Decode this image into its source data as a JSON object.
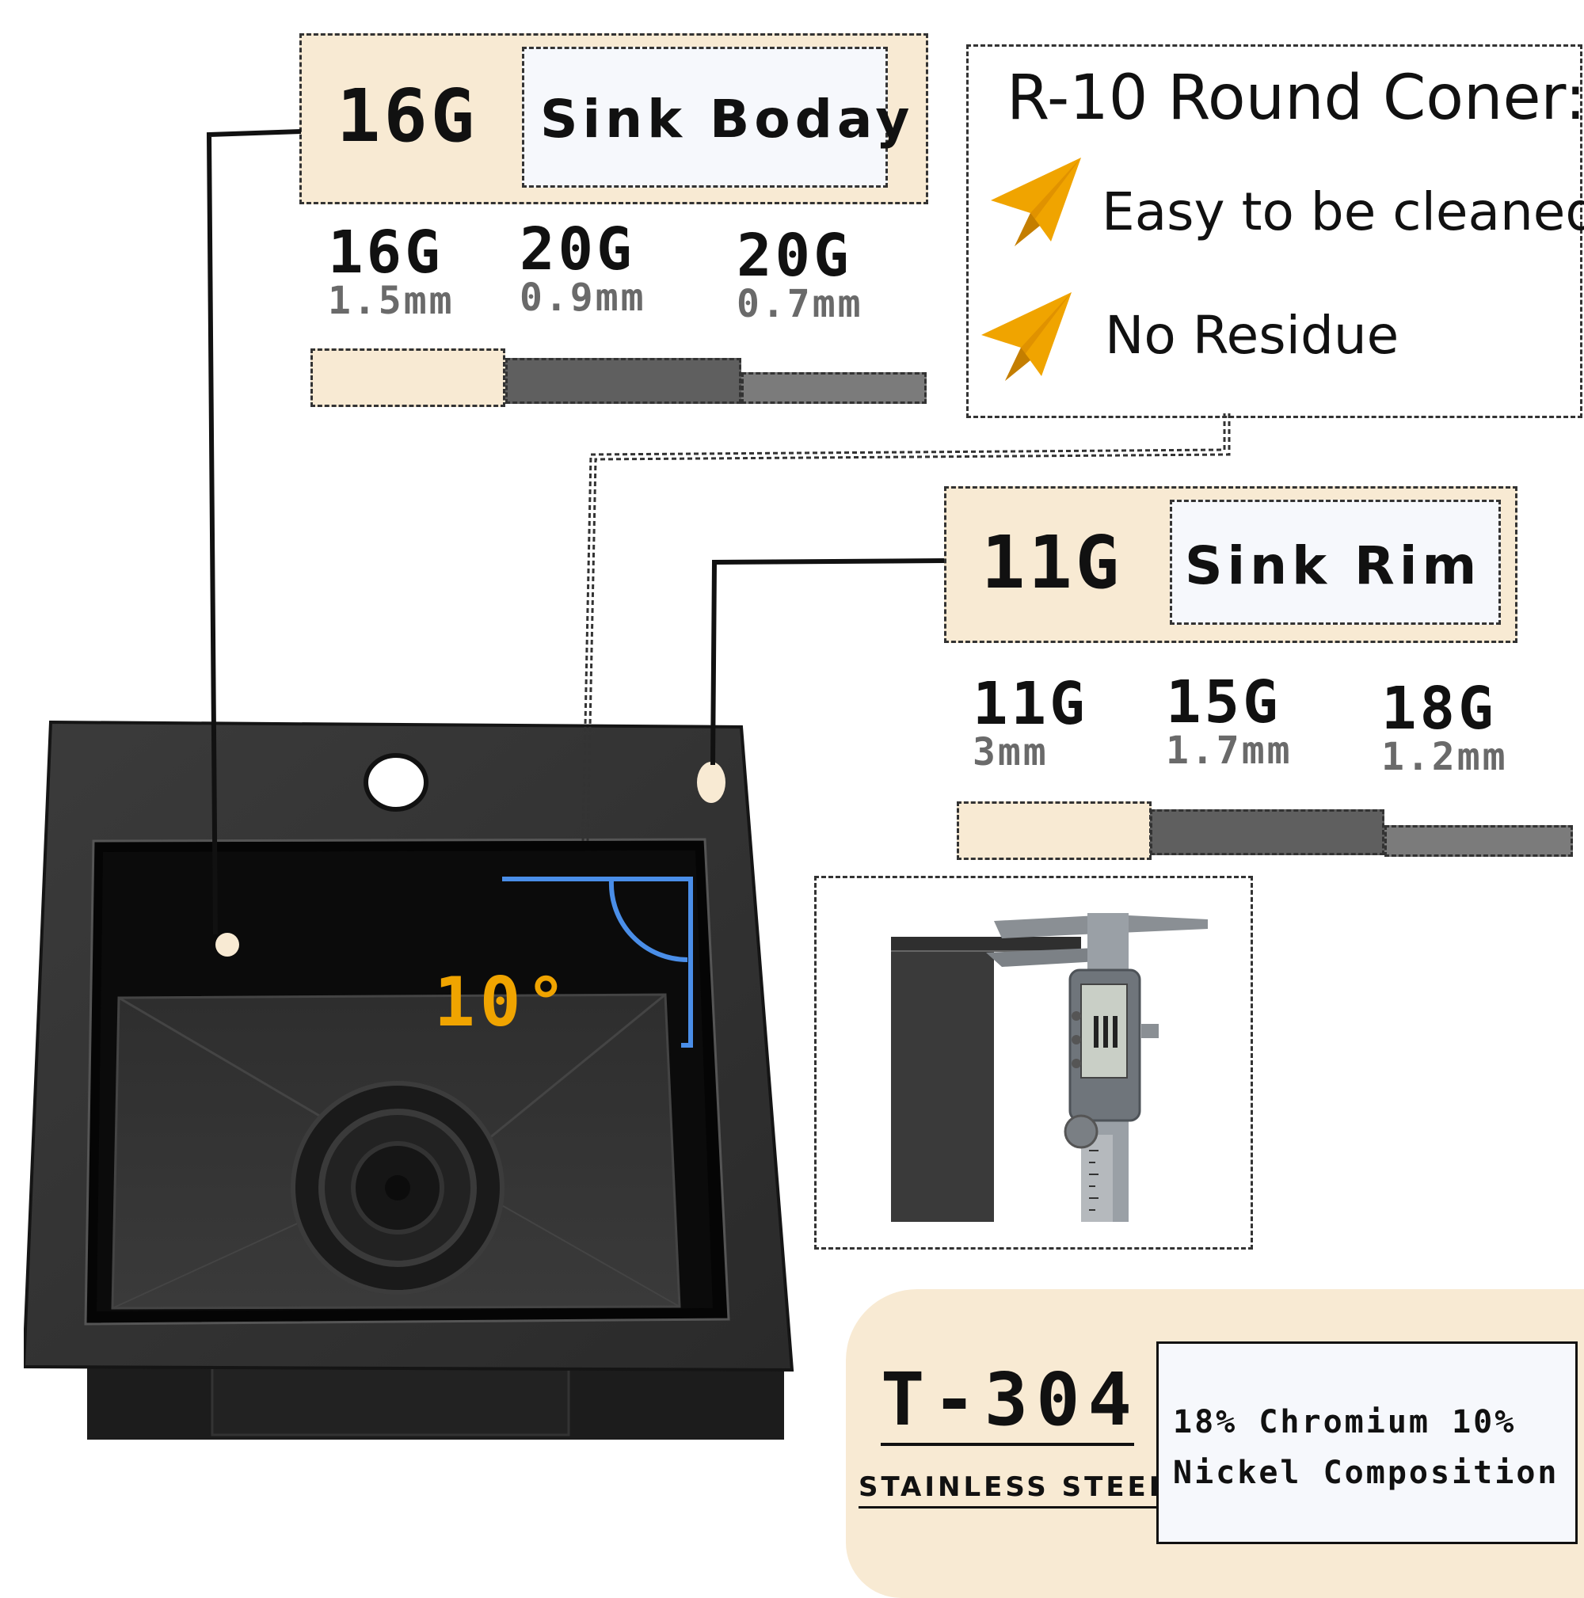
{
  "body_panel": {
    "gauge": "16G",
    "label": "Sink Boday",
    "options": [
      {
        "gauge": "16G",
        "thickness": "1.5mm"
      },
      {
        "gauge": "20G",
        "thickness": "0.9mm"
      },
      {
        "gauge": "20G",
        "thickness": "0.7mm"
      }
    ]
  },
  "rim_panel": {
    "gauge": "11G",
    "label": "Sink Rim",
    "options": [
      {
        "gauge": "11G",
        "thickness": "3mm"
      },
      {
        "gauge": "15G",
        "thickness": "1.7mm"
      },
      {
        "gauge": "18G",
        "thickness": "1.2mm"
      }
    ]
  },
  "corner_panel": {
    "title": "R-10 Round Coner:",
    "features": [
      "Easy to be cleaned",
      "No Residue"
    ],
    "feature_icon": "paper-plane-icon"
  },
  "angle_label": "10°",
  "material_panel": {
    "grade": "T-304",
    "subtitle": "STAINLESS STEEL",
    "composition_line1": "18% Chromium 10%",
    "composition_line2": "Nickel Composition"
  },
  "colors": {
    "cream": "#f8ead3",
    "dark_gray": "#5f5f5f",
    "mid_gray": "#7b7b7b",
    "accent_orange": "#f0a400",
    "angle_blue": "#4a8ee8",
    "sink_black": "#222222"
  }
}
